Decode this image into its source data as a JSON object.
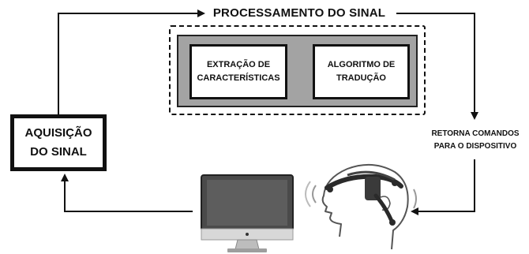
{
  "title": "PROCESSAMENTO DO SINAL",
  "processing_steps": [
    "EXTRAÇÃO DE\nCARACTERÍSTICAS",
    "ALGORITMO DE\nTRADUÇÃO"
  ],
  "acquisition": "AQUISIÇÃO\nDO SINAL",
  "return_commands": "RETORNA COMANDOS\nPARA O DISPOSITIVO",
  "icons": [
    "computer-monitor-icon",
    "eeg-headset-head-icon"
  ]
}
